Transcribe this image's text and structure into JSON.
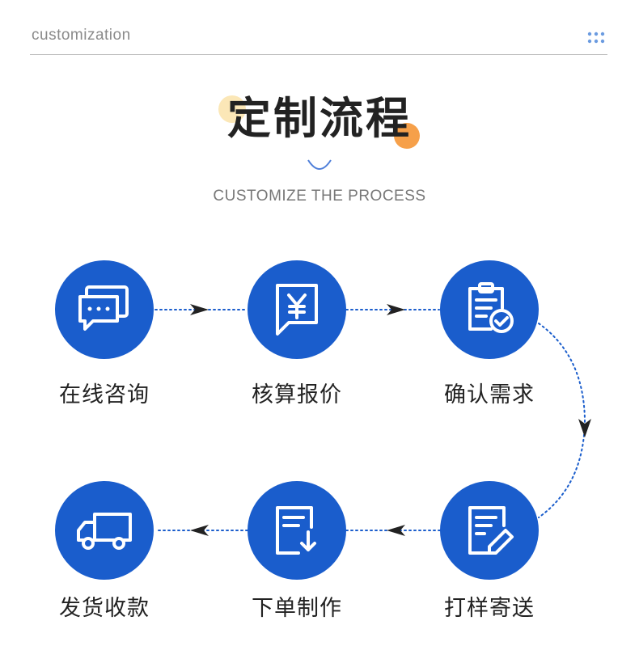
{
  "header": {
    "label": "customization"
  },
  "title": {
    "main": "定制流程",
    "subtitle": "CUSTOMIZE THE PROCESS"
  },
  "colors": {
    "accent": "#1a5dcc",
    "deco_yellow": "#fbe7b7",
    "deco_orange": "#f6a04a",
    "arrow": "#222222"
  },
  "steps": [
    {
      "label": "在线咨询",
      "icon": "chat-bubbles-icon"
    },
    {
      "label": "核算报价",
      "icon": "yen-document-icon"
    },
    {
      "label": "确认需求",
      "icon": "clipboard-check-icon"
    },
    {
      "label": "打样寄送",
      "icon": "document-edit-icon"
    },
    {
      "label": "下单制作",
      "icon": "document-download-icon"
    },
    {
      "label": "发货收款",
      "icon": "delivery-truck-icon"
    }
  ]
}
